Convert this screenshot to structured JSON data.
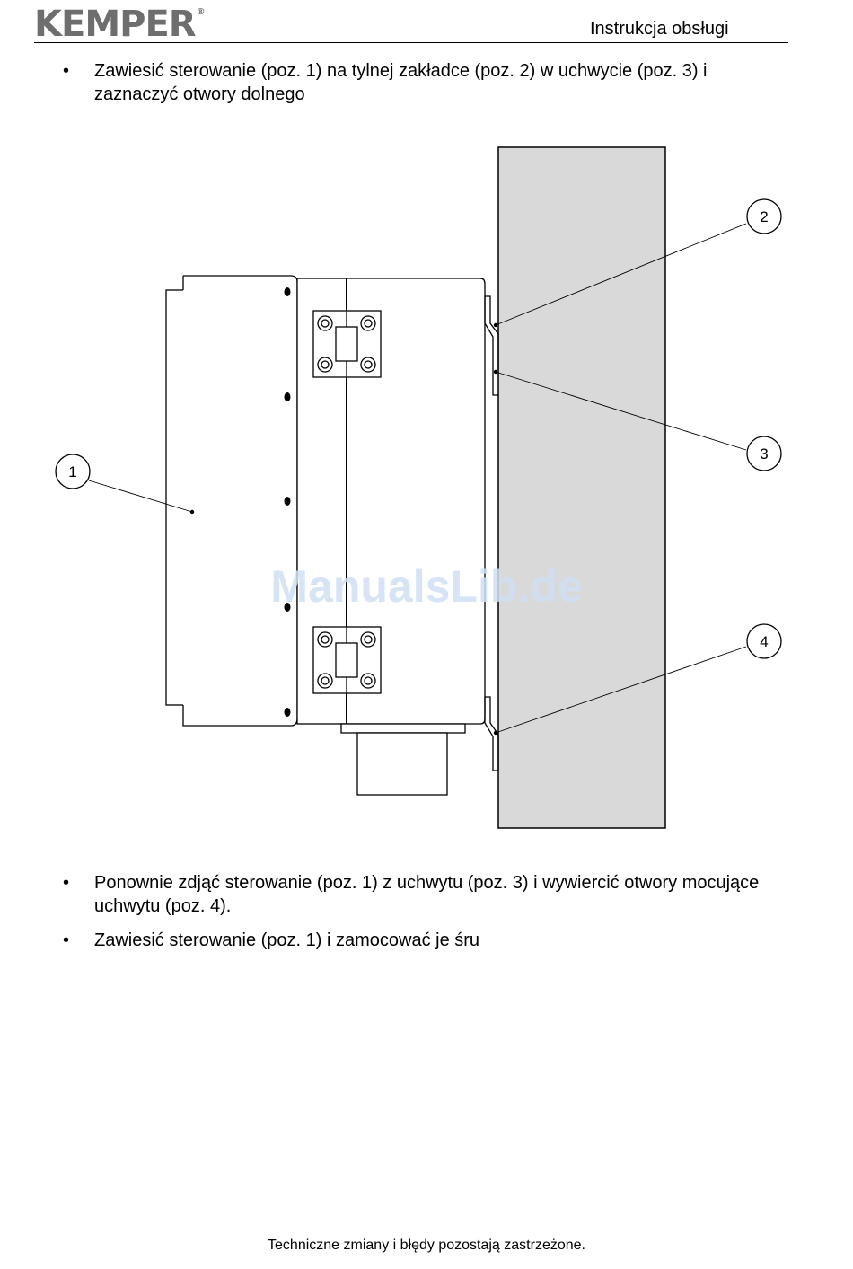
{
  "header": {
    "logo_text": "KEMPER",
    "logo_mark": "®",
    "doc_title": "Instrukcja obsługi"
  },
  "bullets": [
    {
      "marker": "•",
      "text": "Zawiesić sterowanie (poz. 1) na tylnej zakładce (poz. 2) w uchwycie (poz. 3) i zaznaczyć otwory dolnego"
    },
    {
      "marker": "•",
      "text": "Ponownie zdjąć sterowanie (poz. 1) z uchwytu (poz. 3) i wywiercić otwory mocujące uchwytu (poz. 4)."
    },
    {
      "marker": "•",
      "text": "Zawiesić sterowanie (poz. 1) i zamocować je śru"
    }
  ],
  "figure": {
    "callouts": [
      "1",
      "2",
      "3",
      "4"
    ],
    "watermark": "ManualsLib.de",
    "colors": {
      "wall": "#d9d9d9",
      "watermark": "#cfe0f5",
      "line": "#000000"
    }
  },
  "footer": {
    "text": "Techniczne zmiany i błędy pozostają zastrzeżone."
  }
}
